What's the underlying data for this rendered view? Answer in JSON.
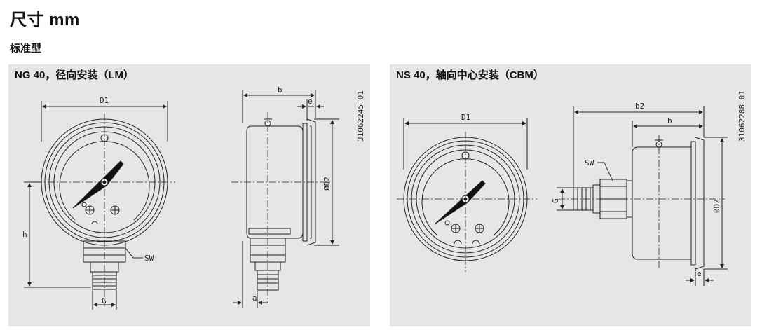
{
  "page": {
    "title": "尺寸 mm",
    "subtitle": "标准型"
  },
  "panels": [
    {
      "heading": "NG 40，径向安装（LM）",
      "part_number": "31062245.01",
      "labels": {
        "d1": "D1",
        "d2": "ØD2",
        "h": "h",
        "sw": "SW",
        "g": "G",
        "b": "b",
        "e": "e",
        "a": "a"
      }
    },
    {
      "heading": "NS 40，轴向中心安装（CBM）",
      "part_number": "31062288.01",
      "labels": {
        "d1": "D1",
        "d2": "ØD2",
        "b2": "b2",
        "b": "b",
        "sw": "SW",
        "g": "G",
        "e": "e"
      }
    }
  ]
}
